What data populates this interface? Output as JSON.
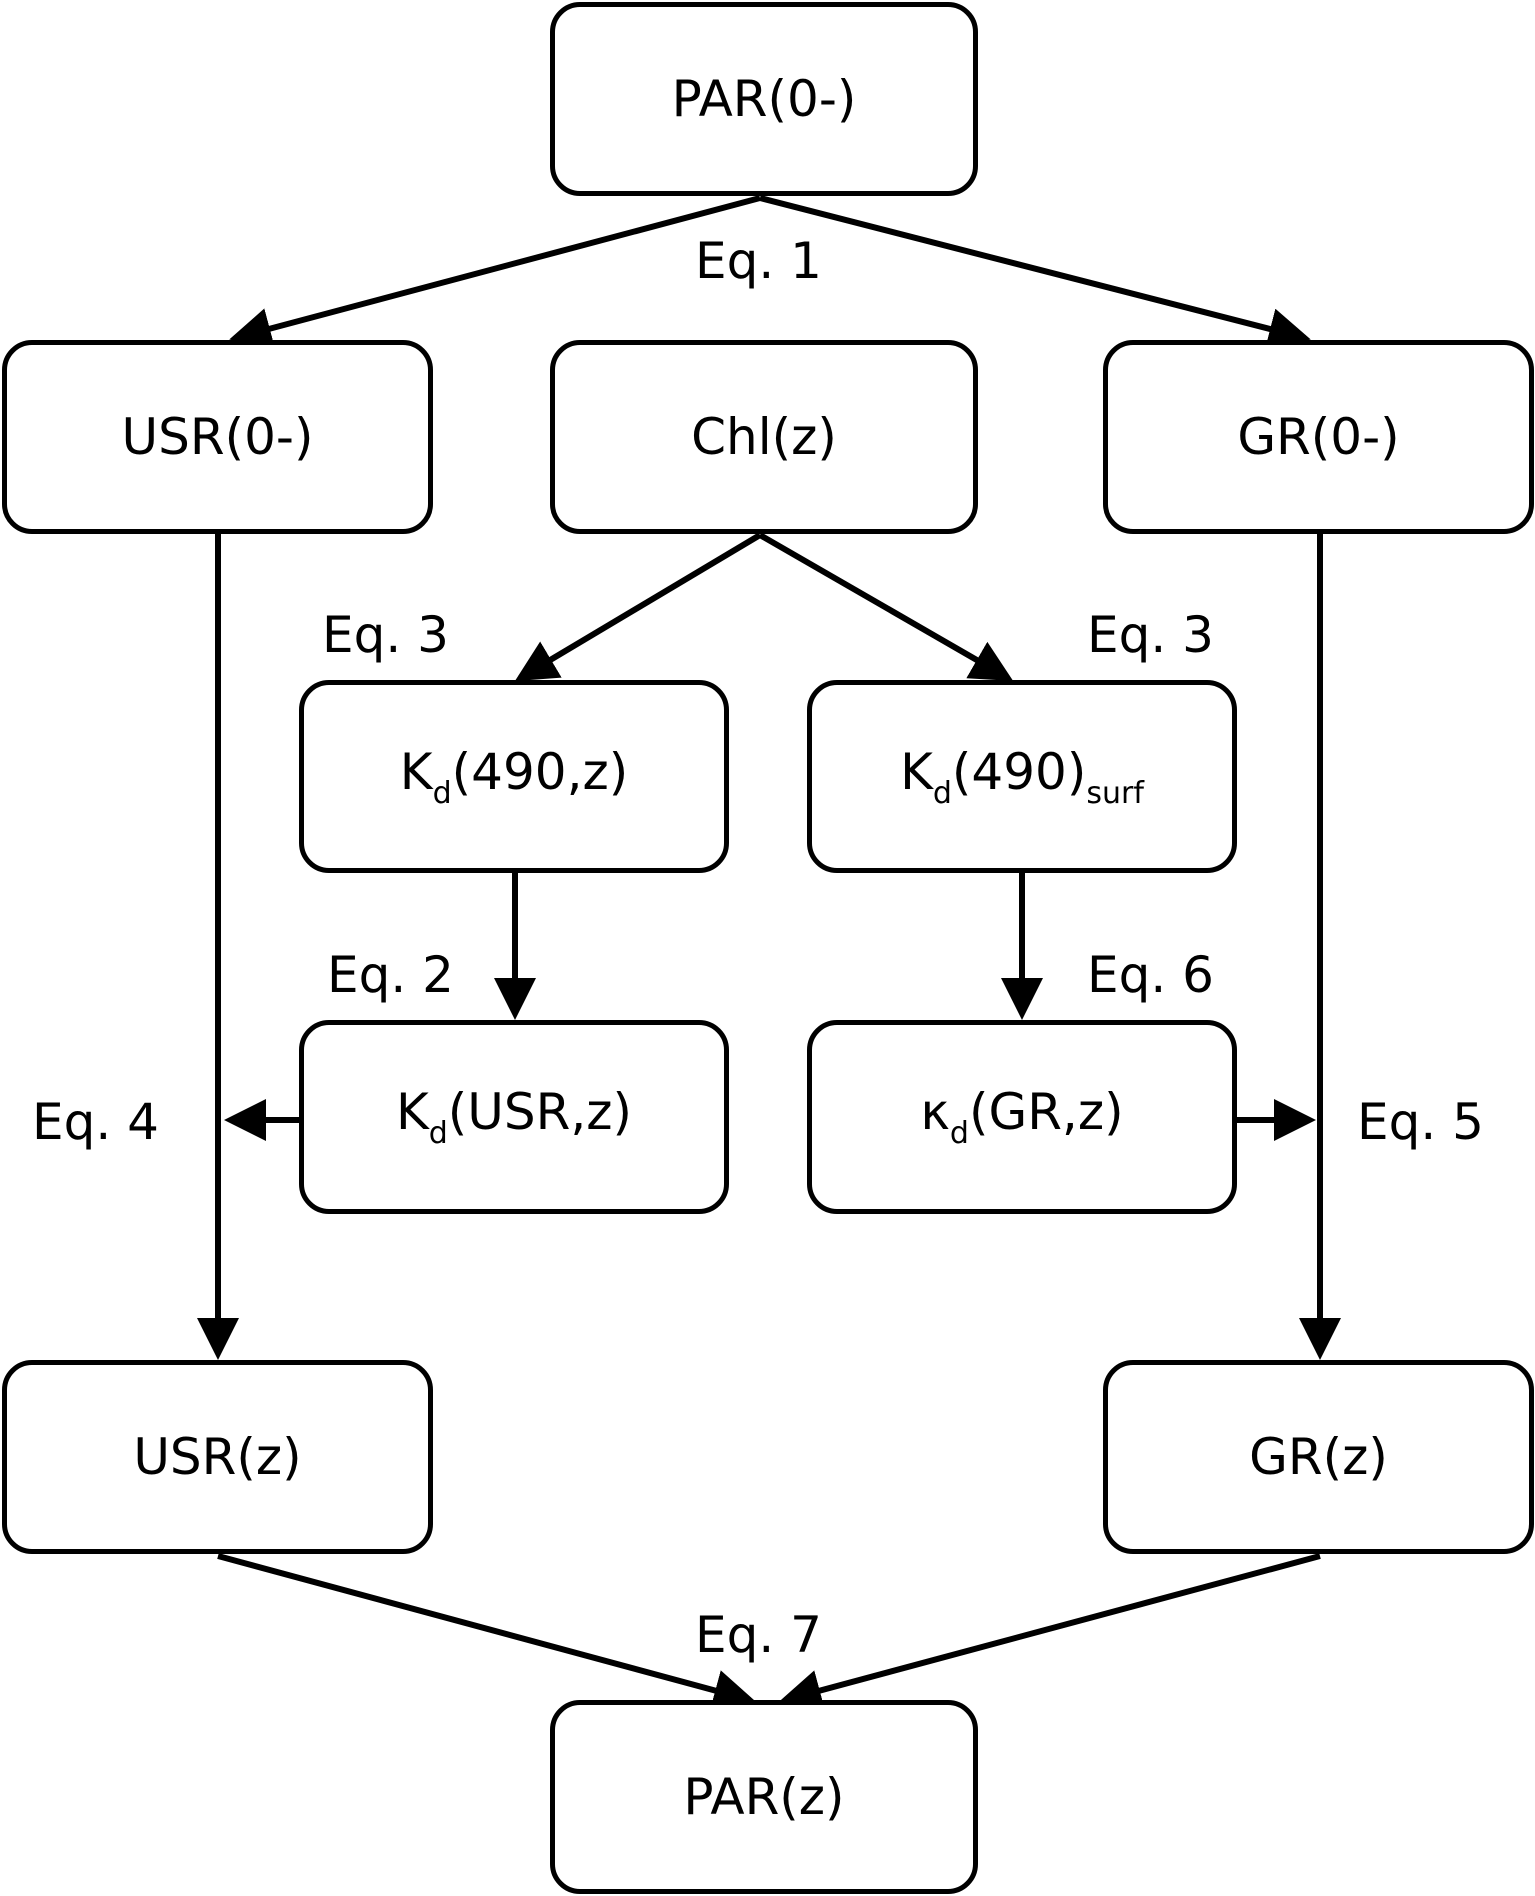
{
  "nodes": {
    "par0": {
      "text": "PAR(0-)"
    },
    "usr0": {
      "text": "USR(0-)"
    },
    "chl": {
      "text": "Chl(z)"
    },
    "gr0": {
      "text": "GR(0-)"
    },
    "kd490z": {
      "base": "K",
      "sub": "d",
      "rest": "(490,z)"
    },
    "kd490surf": {
      "base": "K",
      "sub": "d",
      "rest": "(490)",
      "sub2": "surf"
    },
    "kdusr": {
      "base": "K",
      "sub": "d",
      "rest": "(USR,z)"
    },
    "kdgr": {
      "base": "κ",
      "sub": "d",
      "rest": "(GR,z)"
    },
    "usrz": {
      "text": "USR(z)"
    },
    "grz": {
      "text": "GR(z)"
    },
    "parz": {
      "text": "PAR(z)"
    }
  },
  "labels": {
    "eq1": "Eq. 1",
    "eq3_left": "Eq. 3",
    "eq3_right": "Eq. 3",
    "eq2": "Eq. 2",
    "eq6": "Eq. 6",
    "eq4": "Eq. 4",
    "eq5": "Eq. 5",
    "eq7": "Eq. 7"
  }
}
